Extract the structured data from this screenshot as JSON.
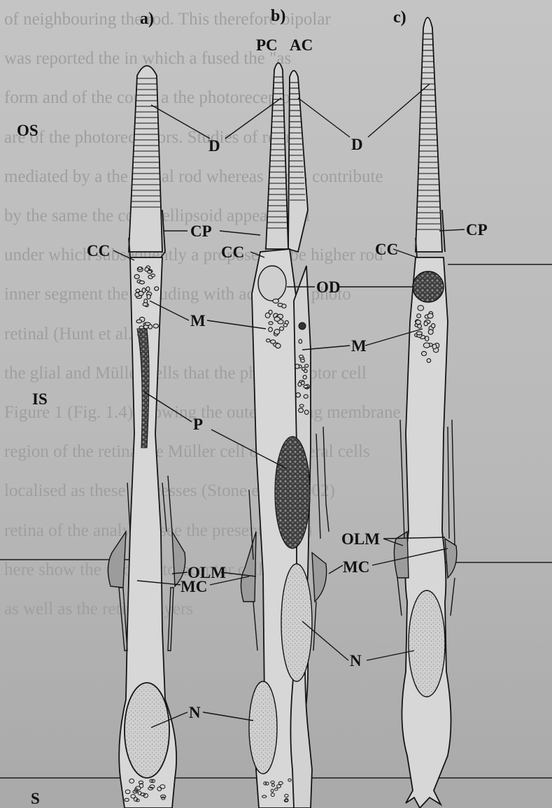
{
  "background_text": [
    "of neighbouring the rod. This therefore bipolar",
    "was reported the in which a fused the \"as",
    "form and of the cones a the photoreceptor",
    "are of the photoreceptors. Studies of retina",
    "mediated by a the visual rod whereas cones contribute",
    "by the same the cones ellipsoid appears and",
    "under which subsequently a proposed to be higher rod",
    "inner segment the including with accessory photo",
    "retinal (Hunt et al.)",
    "the glial and Müller cells that the photoreceptor cell",
    "Figure 1 (Fig. 1.4) showing the outer limiting membrane",
    "region of the retina the Müller cell outer lateral cells",
    "localised as these processes (Stone et al., 2002)",
    "retina of the analysis (see the present, 2001)",
    "here show the two photoreceptor cell types",
    "as well as the retinal layers"
  ],
  "panel_labels": {
    "a": "a)",
    "b": "b)",
    "c": "c)"
  },
  "cell_labels": {
    "pc": "PC",
    "ac": "AC"
  },
  "layer_labels": {
    "os": "OS",
    "is": "IS",
    "s": "S"
  },
  "structure_labels": {
    "d": "D",
    "cp": "CP",
    "cc": "CC",
    "od": "OD",
    "m": "M",
    "p": "P",
    "olm": "OLM",
    "mc": "MC",
    "n": "N"
  },
  "colors": {
    "ink": "#141414",
    "cell_fill": "#d6d6d6",
    "nucleus_fill": "#c8c8c8",
    "paraboloid_fill": "#3a3a3a",
    "muller_fill": "#9a9a9a"
  }
}
